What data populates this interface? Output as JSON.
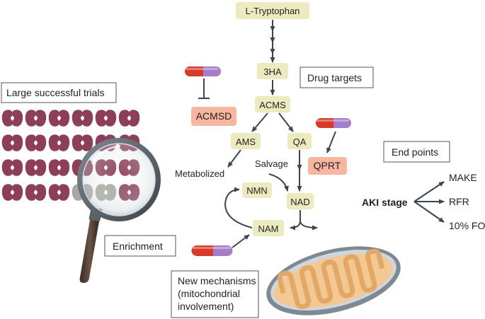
{
  "pathway": {
    "tryptophan": "L-Tryptophan",
    "three_ha": "3HA",
    "acms": "ACMS",
    "acmsd": "ACMSD",
    "ams": "AMS",
    "qa": "QA",
    "qprt": "QPRT",
    "metabolized": "Metabolized",
    "salvage": "Salvage",
    "nmn": "NMN",
    "nad": "NAD",
    "nam": "NAM"
  },
  "labels": {
    "drug_targets": "Drug targets",
    "large_trials": "Large successful trials",
    "enrichment": "Enrichment",
    "end_points": "End points",
    "new_mechanisms_1": "New mechanisms",
    "new_mechanisms_2": "(mitochondrial",
    "new_mechanisms_3": "involvement)"
  },
  "endpoints": {
    "aki_stage": "AKI stage",
    "items": [
      "MAKE",
      "RFR",
      "10% FO"
    ]
  },
  "colors": {
    "node_fill": "#ecebbf",
    "enzyme_fill": "#f6b6a0",
    "kidney": "#8c3f57",
    "kidney_faded": "#a8a8a0",
    "arrow": "#3b4652",
    "mito_fill": "#f3c892",
    "pill_red": "#d63a2a",
    "pill_purple": "#a57dc8"
  },
  "icons": [
    "pill-icon",
    "kidney-icon",
    "magnifying-glass-icon",
    "mitochondrion-icon"
  ]
}
